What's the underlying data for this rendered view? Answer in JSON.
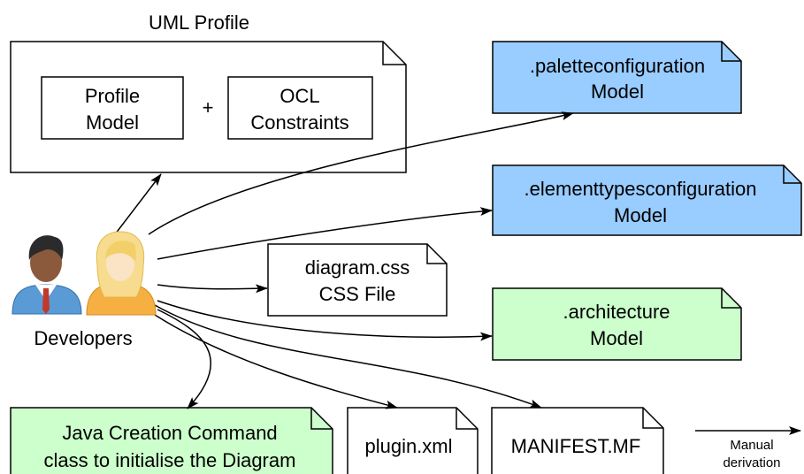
{
  "profile": {
    "title": "UML Profile",
    "profile_model": [
      "Profile",
      "Model"
    ],
    "plus": "+",
    "ocl_constraints": [
      "OCL",
      "Constraints"
    ]
  },
  "developers_label": "Developers",
  "artifacts": {
    "palette": {
      "lines": [
        ".paletteconfiguration",
        "Model"
      ],
      "color": "#99ccff"
    },
    "elementtypes": {
      "lines": [
        ".elementtypesconfiguration",
        "Model"
      ],
      "color": "#99ccff"
    },
    "css": {
      "lines": [
        "diagram.css",
        "CSS File"
      ],
      "color": "#ffffff"
    },
    "architecture": {
      "lines": [
        ".architecture",
        "Model"
      ],
      "color": "#ccffcc"
    },
    "java": {
      "lines": [
        "Java Creation Command",
        "class to initialise the Diagram"
      ],
      "color": "#ccffcc"
    },
    "plugin": {
      "lines": [
        "plugin.xml"
      ],
      "color": "#ffffff"
    },
    "manifest": {
      "lines": [
        "MANIFEST.MF"
      ],
      "color": "#ffffff"
    }
  },
  "legend": {
    "lines": [
      "Manual",
      "derivation"
    ]
  },
  "icons": {
    "male": "male-developer-icon",
    "female": "female-developer-icon"
  }
}
